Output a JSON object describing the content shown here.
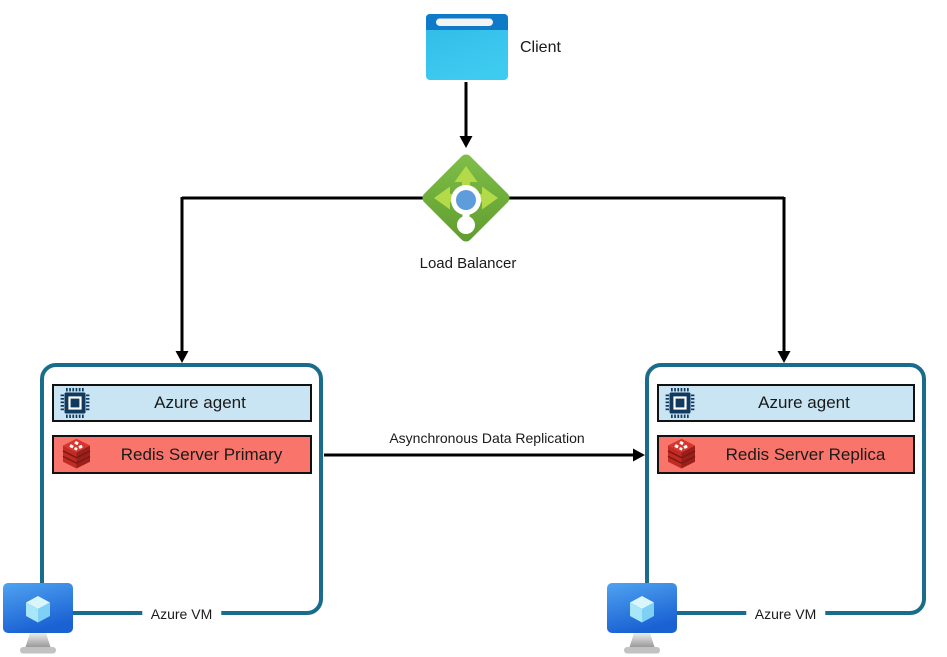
{
  "diagram": {
    "client": {
      "label": "Client",
      "icon": "browser-window-icon"
    },
    "load_balancer": {
      "label": "Load Balancer",
      "icon": "azure-load-balancer-icon"
    },
    "replication_arrow": {
      "label": "Asynchronous Data Replication",
      "direction": "left-to-right"
    },
    "vms": [
      {
        "agent_label": "Azure agent",
        "redis_label": "Redis Server Primary",
        "vm_label": "Azure VM",
        "icons": [
          "cpu-chip-icon",
          "redis-cube-icon",
          "azure-vm-monitor-icon"
        ]
      },
      {
        "agent_label": "Azure agent",
        "redis_label": "Redis Server Replica",
        "vm_label": "Azure VM",
        "icons": [
          "cpu-chip-icon",
          "redis-cube-icon",
          "azure-vm-monitor-icon"
        ]
      }
    ],
    "colors": {
      "vm_box_border": "#196c8c",
      "agent_bar_bg": "#c9e5f4",
      "redis_bar_bg": "#f9756c",
      "bar_border": "#111111",
      "connector_black": "#000000",
      "lb_diamond_green": "#6fae3d",
      "lb_arrow_green": "#b3da49",
      "lb_center_blue": "#5e9cdb",
      "client_header_blue": "#0e7ac8",
      "client_body_cyan": "#35c2ea",
      "monitor_blue": "#2f7de1",
      "redis_icon_red": "#c02b24",
      "cpu_icon_navy": "#12395e"
    }
  }
}
